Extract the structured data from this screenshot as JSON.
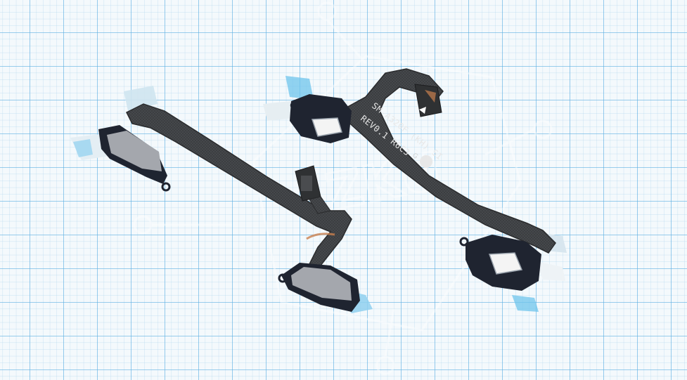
{
  "photo": {
    "subject": "flex cable",
    "markings": {
      "model_line": "SM-A320F (KH) SI",
      "revision_line": "REV0.1 R6C3",
      "logo_text": "G"
    },
    "watermark_text": "ZKU",
    "colors": {
      "grid_background": "#f4f9fc",
      "grid_minor": "#b7d9ef",
      "grid_major": "#5fb0e2",
      "flex_cable": "#3b3d40",
      "flex_cable_edge": "#2a2b2d",
      "button_gray": "#a4a7ad",
      "button_bezel": "#1f2430",
      "tape_blue": "#6fc4ec",
      "tape_white": "#e6eef2",
      "copper_accent": "#c9804e"
    }
  }
}
